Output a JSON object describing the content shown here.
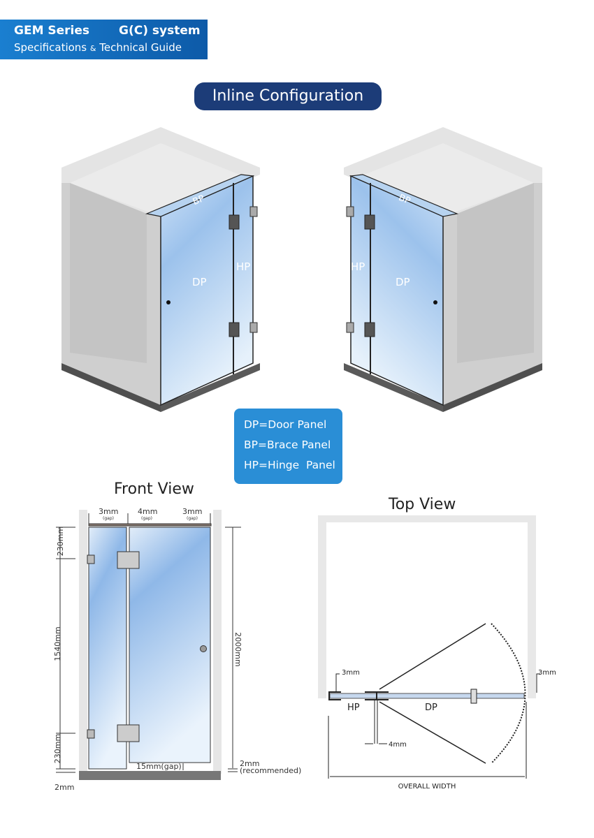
{
  "header": {
    "series": "GEM Series",
    "system": "G(C) system",
    "subtitle_a": "Specifications",
    "subtitle_amp": "&",
    "subtitle_b": "Technical Guide"
  },
  "title": "Inline Configuration",
  "illustration": {
    "labels": {
      "dp": "DP",
      "bp": "BP",
      "hp": "HP"
    }
  },
  "legend": [
    "DP=Door Panel",
    "BP=Brace Panel",
    "HP=Hinge  Panel"
  ],
  "front_view": {
    "title": "Front View",
    "gaps": [
      {
        "value": "3mm",
        "note": "(gap)"
      },
      {
        "value": "4mm",
        "note": "(gap)"
      },
      {
        "value": "3mm",
        "note": "(gap)"
      }
    ],
    "dims": {
      "top": "230mm",
      "middle": "1540mm",
      "bottom": "230mm",
      "floor": "2mm",
      "height": "2000mm",
      "door_gap": "15mm(gap)",
      "rec_value": "2mm",
      "rec_note": "(recommended)"
    }
  },
  "top_view": {
    "title": "Top View",
    "left_gap": "3mm",
    "right_gap": "3mm",
    "hinge_gap": "4mm",
    "hp": "HP",
    "dp": "DP",
    "overall": "OVERALL WIDTH"
  },
  "colors": {
    "header": "#1a7fd0",
    "pill": "#1c3c78",
    "legend": "#2a8ed6",
    "glass": "#a9c9ec"
  }
}
